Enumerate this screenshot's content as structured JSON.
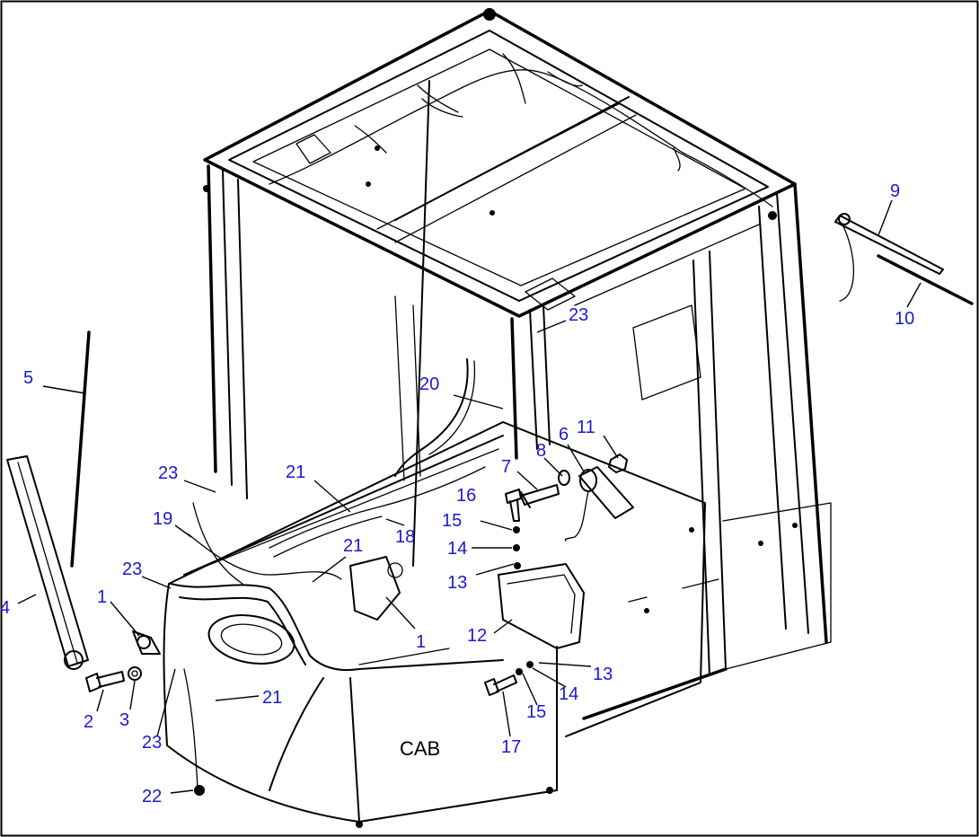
{
  "diagram": {
    "caption": "CAB",
    "callout_color": "#1a1ad0",
    "callouts": [
      {
        "id": "c5",
        "label": "5"
      },
      {
        "id": "c4",
        "label": "4"
      },
      {
        "id": "c9",
        "label": "9"
      },
      {
        "id": "c10",
        "label": "10"
      },
      {
        "id": "c23a",
        "label": "23"
      },
      {
        "id": "c20",
        "label": "20"
      },
      {
        "id": "c11",
        "label": "11"
      },
      {
        "id": "c6",
        "label": "6"
      },
      {
        "id": "c8",
        "label": "8"
      },
      {
        "id": "c7",
        "label": "7"
      },
      {
        "id": "c16",
        "label": "16"
      },
      {
        "id": "c15a",
        "label": "15"
      },
      {
        "id": "c14a",
        "label": "14"
      },
      {
        "id": "c13a",
        "label": "13"
      },
      {
        "id": "c12",
        "label": "12"
      },
      {
        "id": "c13b",
        "label": "13"
      },
      {
        "id": "c14b",
        "label": "14"
      },
      {
        "id": "c15b",
        "label": "15"
      },
      {
        "id": "c17",
        "label": "17"
      },
      {
        "id": "c21a",
        "label": "21"
      },
      {
        "id": "c18",
        "label": "18"
      },
      {
        "id": "c21b",
        "label": "21"
      },
      {
        "id": "c1b",
        "label": "1"
      },
      {
        "id": "c23b",
        "label": "23"
      },
      {
        "id": "c19",
        "label": "19"
      },
      {
        "id": "c23c",
        "label": "23"
      },
      {
        "id": "c1a",
        "label": "1"
      },
      {
        "id": "c2",
        "label": "2"
      },
      {
        "id": "c3",
        "label": "3"
      },
      {
        "id": "c23d",
        "label": "23"
      },
      {
        "id": "c21c",
        "label": "21"
      },
      {
        "id": "c22",
        "label": "22"
      }
    ]
  }
}
